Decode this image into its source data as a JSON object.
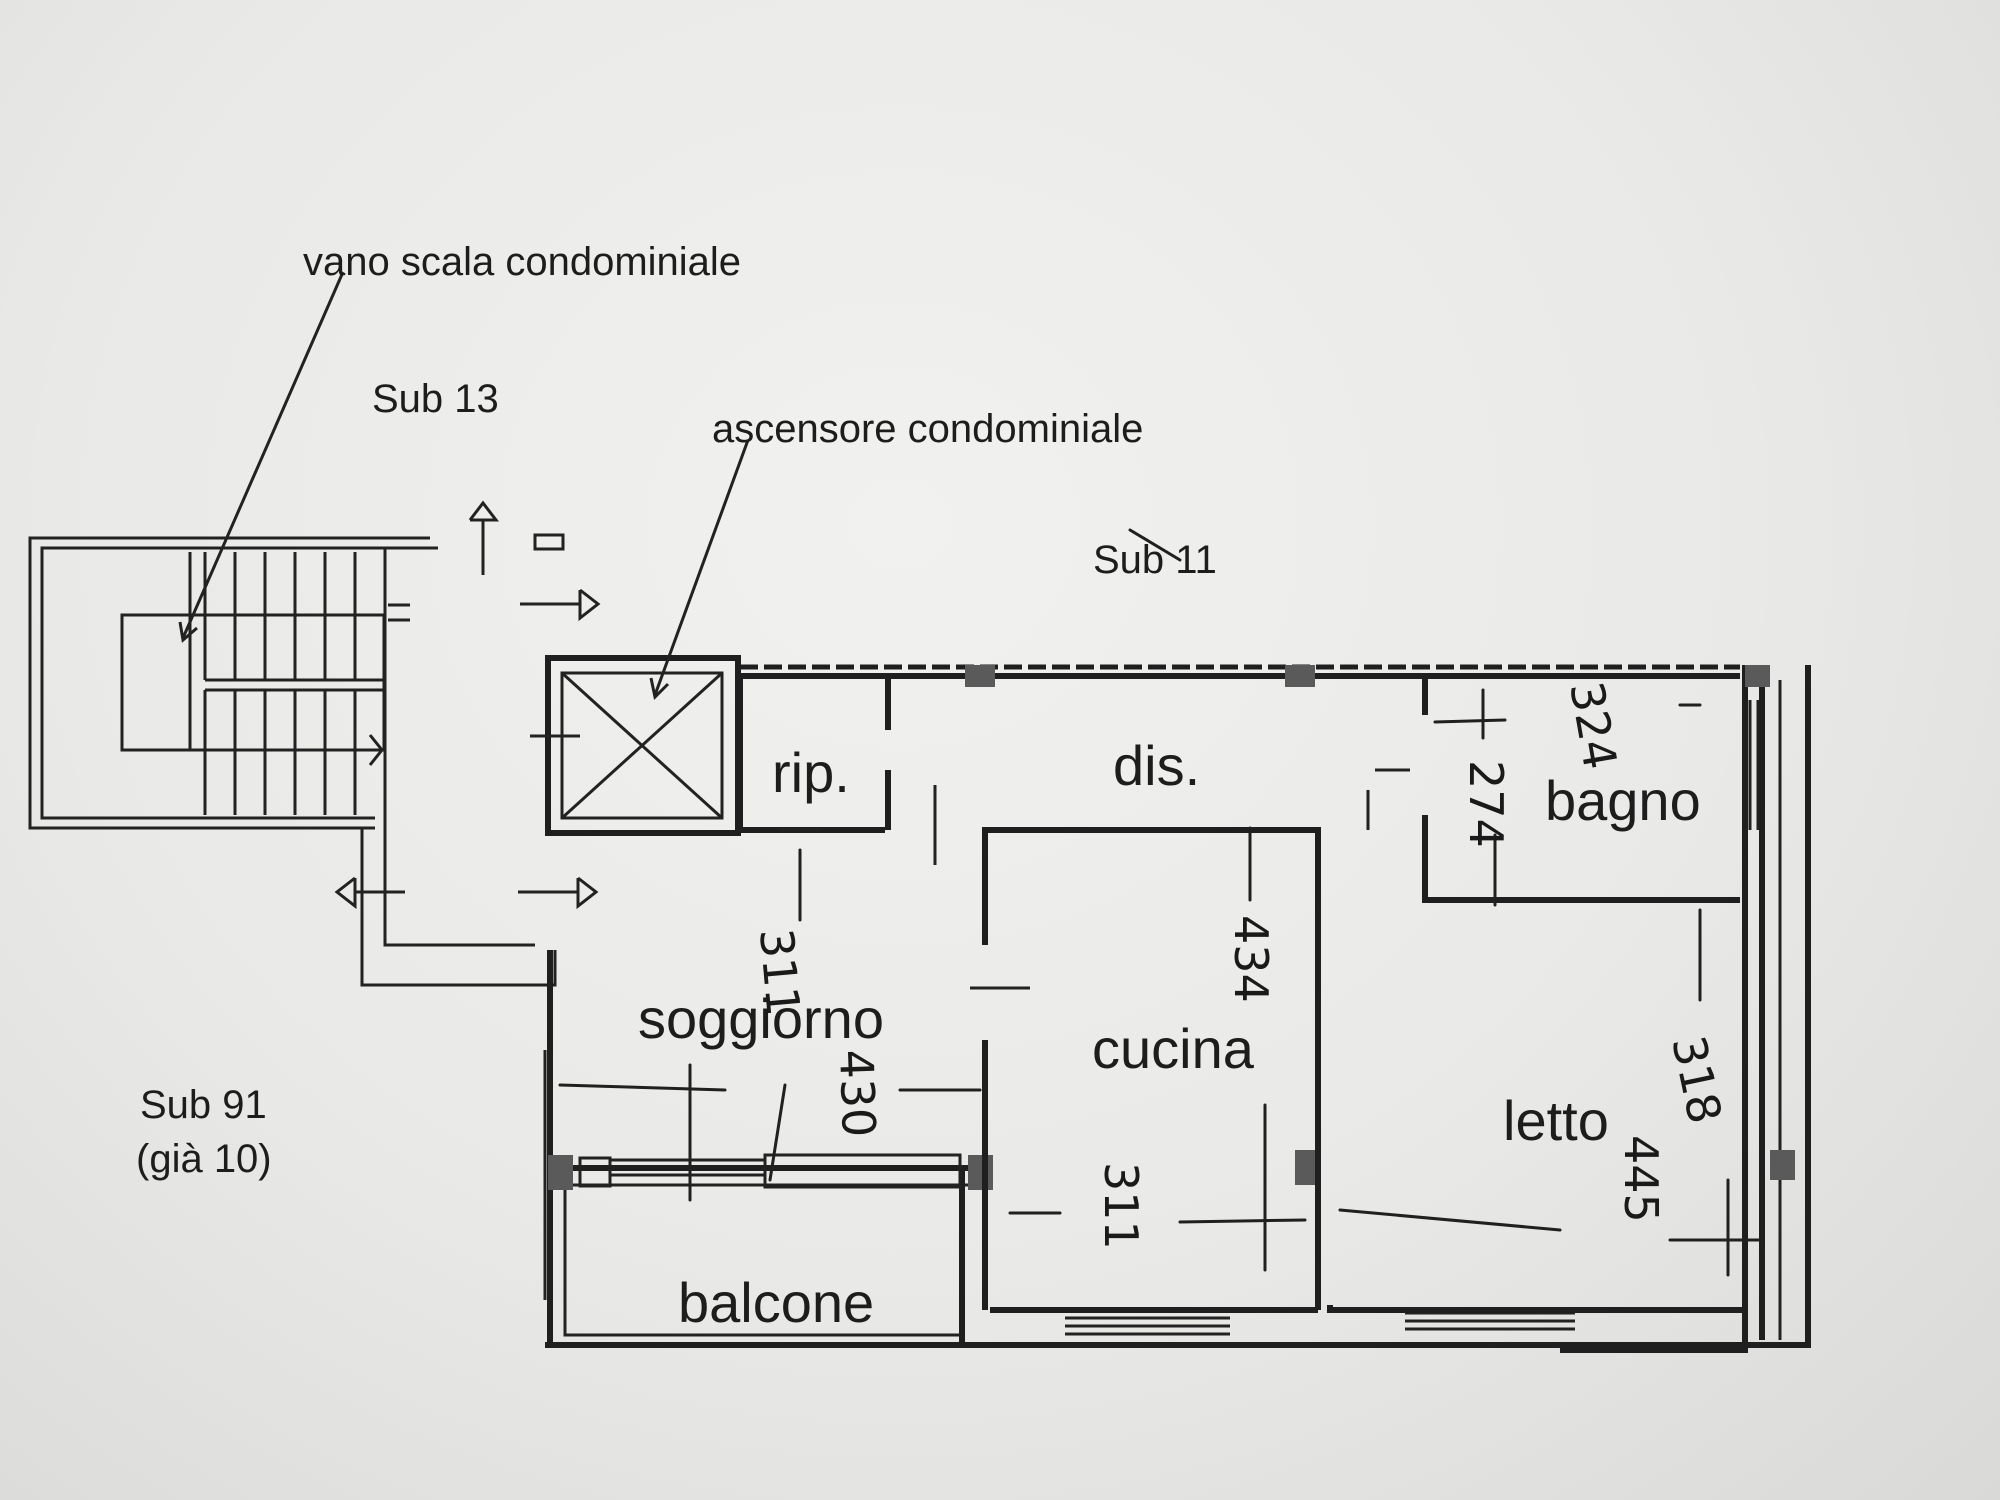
{
  "labels": {
    "stairwell": "vano scala condominiale",
    "elevator": "ascensore condominiale",
    "sub13": "Sub 13",
    "sub11": "Sub 11",
    "sub91": "Sub 91",
    "sub91_note": "(già 10)"
  },
  "rooms": {
    "rip": "rip.",
    "dis": "dis.",
    "bagno": "bagno",
    "soggiorno": "soggiorno",
    "cucina": "cucina",
    "letto": "letto",
    "balcone": "balcone"
  },
  "dimensions": {
    "bagno_w": "324",
    "bagno_h": "274",
    "soggiorno_w": "311",
    "soggiorno_h": "430",
    "cucina_h": "434",
    "cucina_w": "311",
    "letto_w": "318",
    "letto_h": "445"
  }
}
